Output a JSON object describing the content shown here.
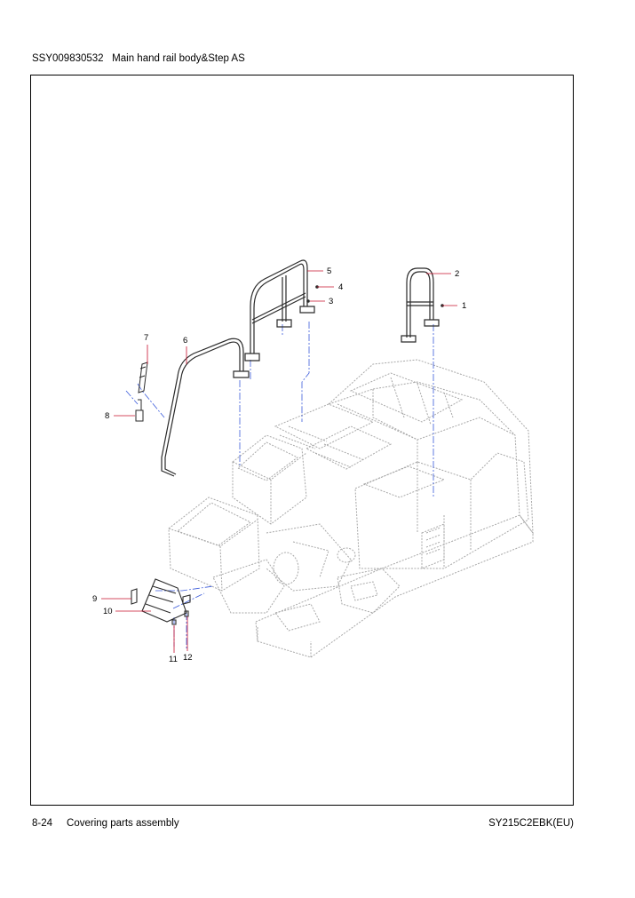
{
  "header": {
    "part_number": "SSY009830532",
    "title": "Main hand rail body&Step AS"
  },
  "drawing": {
    "callouts": [
      "1",
      "2",
      "3",
      "4",
      "5",
      "6",
      "7",
      "8",
      "9",
      "10",
      "11",
      "12"
    ],
    "line_color": "#2a2a2a",
    "machine_color": "#a8a8a8",
    "leader_color": "#c8102e",
    "axis_color": "#3b5bdb"
  },
  "footer": {
    "page": "8-24",
    "section": "Covering parts assembly",
    "model": "SY215C2EBK(EU)"
  }
}
